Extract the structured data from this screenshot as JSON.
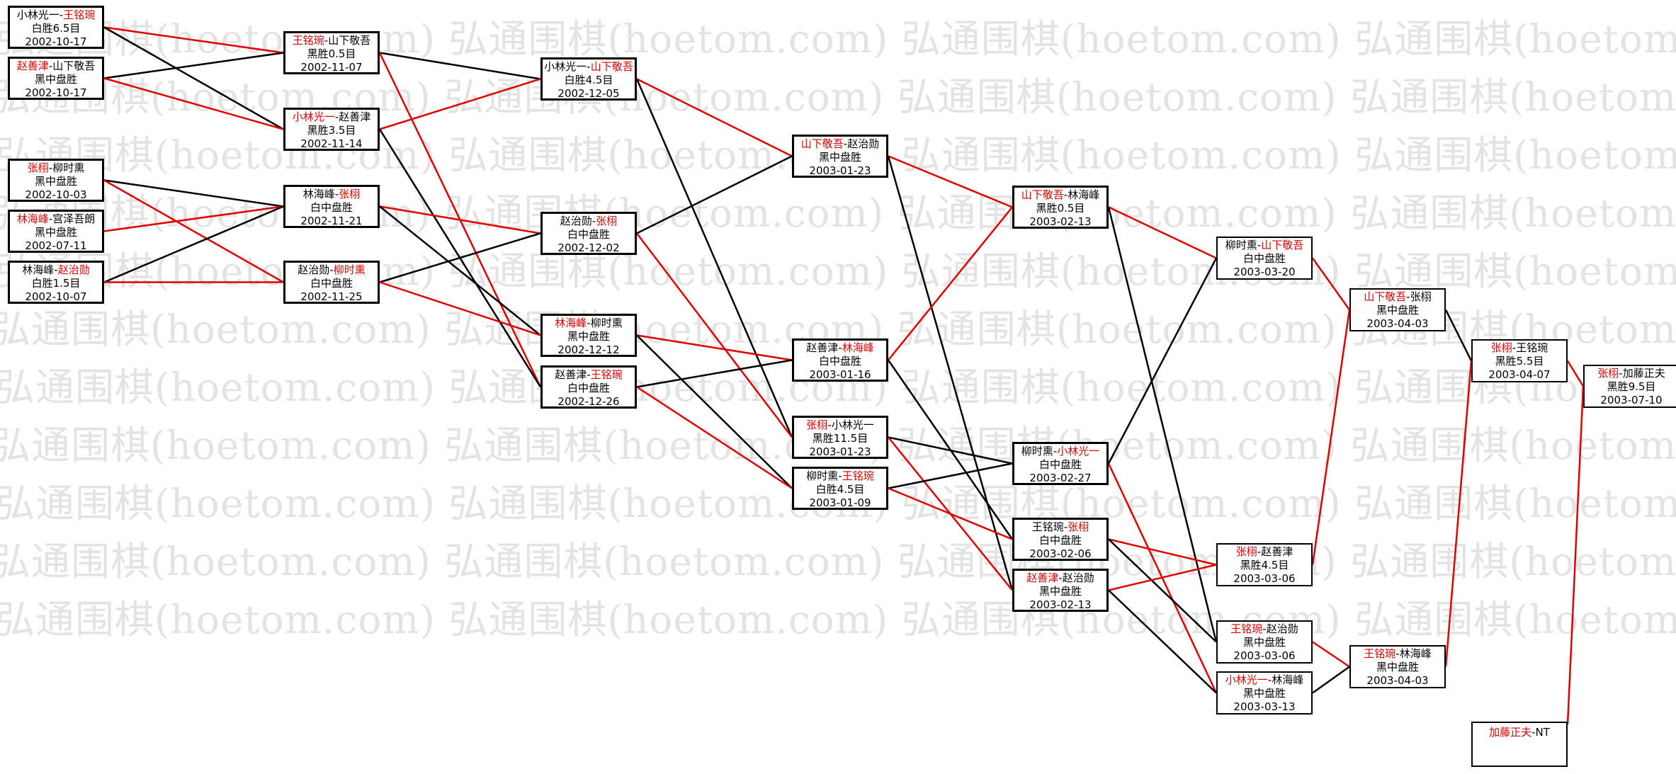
{
  "watermark": "弘通围棋(hoetom.com)",
  "colors": {
    "win_line": "#e00000",
    "loss_line": "#000000",
    "winner_text": "#e00000"
  },
  "nodes": {
    "r1a": {
      "black": "小林光一",
      "white": "王铭琬",
      "result": "白胜6.5目",
      "date": "2002-10-17",
      "winner": "white"
    },
    "r1b": {
      "black": "赵善津",
      "white": "山下敬吾",
      "result": "黑中盘胜",
      "date": "2002-10-17",
      "winner": "black"
    },
    "r1c": {
      "black": "张栩",
      "white": "柳时熏",
      "result": "黑中盘胜",
      "date": "2002-10-03",
      "winner": "black"
    },
    "r1d": {
      "black": "林海峰",
      "white": "宫泽吾朗",
      "result": "黑中盘胜",
      "date": "2002-07-11",
      "winner": "black"
    },
    "r1e": {
      "black": "林海峰",
      "white": "赵治勋",
      "result": "白胜1.5目",
      "date": "2002-10-07",
      "winner": "white"
    },
    "r2a": {
      "black": "王铭琬",
      "white": "山下敬吾",
      "result": "黑胜0.5目",
      "date": "2002-11-07",
      "winner": "black"
    },
    "r2b": {
      "black": "小林光一",
      "white": "赵善津",
      "result": "黑胜3.5目",
      "date": "2002-11-14",
      "winner": "black"
    },
    "r2c": {
      "black": "林海峰",
      "white": "张栩",
      "result": "白中盘胜",
      "date": "2002-11-21",
      "winner": "white"
    },
    "r2d": {
      "black": "赵治勋",
      "white": "柳时熏",
      "result": "白中盘胜",
      "date": "2002-11-25",
      "winner": "white"
    },
    "r3a": {
      "black": "小林光一",
      "white": "山下敬吾",
      "result": "白胜4.5目",
      "date": "2002-12-05",
      "winner": "white"
    },
    "r3b": {
      "black": "赵治勋",
      "white": "张栩",
      "result": "白中盘胜",
      "date": "2002-12-02",
      "winner": "white"
    },
    "r3c": {
      "black": "林海峰",
      "white": "柳时熏",
      "result": "黑中盘胜",
      "date": "2002-12-12",
      "winner": "black"
    },
    "r3d": {
      "black": "赵善津",
      "white": "王铭琬",
      "result": "白中盘胜",
      "date": "2002-12-26",
      "winner": "white"
    },
    "r4a": {
      "black": "山下敬吾",
      "white": "赵治勋",
      "result": "黑中盘胜",
      "date": "2003-01-23",
      "winner": "black"
    },
    "r4b": {
      "black": "赵善津",
      "white": "林海峰",
      "result": "白中盘胜",
      "date": "2003-01-16",
      "winner": "white"
    },
    "r4c": {
      "black": "张栩",
      "white": "小林光一",
      "result": "黑胜11.5目",
      "date": "2003-01-23",
      "winner": "black"
    },
    "r4d": {
      "black": "柳时熏",
      "white": "王铭琬",
      "result": "白胜4.5目",
      "date": "2003-01-09",
      "winner": "white"
    },
    "r5a": {
      "black": "山下敬吾",
      "white": "林海峰",
      "result": "黑胜0.5目",
      "date": "2003-02-13",
      "winner": "black"
    },
    "r5b": {
      "black": "柳时熏",
      "white": "小林光一",
      "result": "白中盘胜",
      "date": "2003-02-27",
      "winner": "white"
    },
    "r5c": {
      "black": "王铭琬",
      "white": "张栩",
      "result": "白中盘胜",
      "date": "2003-02-06",
      "winner": "white"
    },
    "r5d": {
      "black": "赵善津",
      "white": "赵治勋",
      "result": "黑中盘胜",
      "date": "2003-02-13",
      "winner": "black"
    },
    "r6a": {
      "black": "柳时熏",
      "white": "山下敬吾",
      "result": "白中盘胜",
      "date": "2003-03-20",
      "winner": "white"
    },
    "r6b": {
      "black": "张栩",
      "white": "赵善津",
      "result": "黑胜4.5目",
      "date": "2003-03-06",
      "winner": "black"
    },
    "r6c": {
      "black": "王铭琬",
      "white": "赵治勋",
      "result": "黑中盘胜",
      "date": "2003-03-06",
      "winner": "black"
    },
    "r6d": {
      "black": "小林光一",
      "white": "林海峰",
      "result": "黑中盘胜",
      "date": "2003-03-13",
      "winner": "black"
    },
    "r7a": {
      "black": "山下敬吾",
      "white": "张栩",
      "result": "黑中盘胜",
      "date": "2003-04-03",
      "winner": "black"
    },
    "r7b": {
      "black": "王铭琬",
      "white": "林海峰",
      "result": "黑中盘胜",
      "date": "2003-04-03",
      "winner": "black"
    },
    "r8": {
      "black": "张栩",
      "white": "王铭琬",
      "result": "黑胜5.5目",
      "date": "2003-04-07",
      "winner": "black"
    },
    "r9": {
      "black": "张栩",
      "white": "加藤正夫",
      "result": "黑胜9.5目",
      "date": "2003-07-10",
      "winner": "black"
    },
    "nt": {
      "black": "加藤正夫",
      "white": "NT",
      "result": "",
      "date": "",
      "winner": "black"
    }
  },
  "links": [
    [
      "r1a",
      "r2a",
      "w"
    ],
    [
      "r1a",
      "r2b",
      "l"
    ],
    [
      "r1b",
      "r2a",
      "l"
    ],
    [
      "r1b",
      "r2b",
      "w"
    ],
    [
      "r1c",
      "r2c",
      "l"
    ],
    [
      "r1c",
      "r2d",
      "w"
    ],
    [
      "r1d",
      "r2c",
      "w"
    ],
    [
      "r1e",
      "r2c",
      "l"
    ],
    [
      "r1e",
      "r2d",
      "w"
    ],
    [
      "r2a",
      "r3a",
      "l"
    ],
    [
      "r2a",
      "r3d",
      "w"
    ],
    [
      "r2b",
      "r3a",
      "w"
    ],
    [
      "r2b",
      "r3d",
      "l"
    ],
    [
      "r2c",
      "r3b",
      "w"
    ],
    [
      "r2c",
      "r3c",
      "l"
    ],
    [
      "r2d",
      "r3b",
      "l"
    ],
    [
      "r2d",
      "r3c",
      "w"
    ],
    [
      "r3a",
      "r4a",
      "w"
    ],
    [
      "r3a",
      "r4c",
      "l"
    ],
    [
      "r3b",
      "r4a",
      "l"
    ],
    [
      "r3b",
      "r4c",
      "w"
    ],
    [
      "r3c",
      "r4b",
      "w"
    ],
    [
      "r3c",
      "r4d",
      "l"
    ],
    [
      "r3d",
      "r4b",
      "l"
    ],
    [
      "r3d",
      "r4d",
      "w"
    ],
    [
      "r4a",
      "r5a",
      "w"
    ],
    [
      "r4a",
      "r5d",
      "l"
    ],
    [
      "r4b",
      "r5a",
      "w"
    ],
    [
      "r4b",
      "r5c",
      "l"
    ],
    [
      "r4c",
      "r5b",
      "l"
    ],
    [
      "r4c",
      "r5d",
      "w"
    ],
    [
      "r4d",
      "r5b",
      "l"
    ],
    [
      "r4d",
      "r5c",
      "w"
    ],
    [
      "r5a",
      "r6a",
      "w"
    ],
    [
      "r5a",
      "r6c",
      "l"
    ],
    [
      "r5b",
      "r6a",
      "l"
    ],
    [
      "r5b",
      "r6d",
      "w"
    ],
    [
      "r5c",
      "r6b",
      "w"
    ],
    [
      "r5c",
      "r6c",
      "l"
    ],
    [
      "r5d",
      "r6b",
      "w"
    ],
    [
      "r5d",
      "r6d",
      "l"
    ],
    [
      "r6a",
      "r7a",
      "w"
    ],
    [
      "r6b",
      "r7a",
      "w"
    ],
    [
      "r6c",
      "r7b",
      "w"
    ],
    [
      "r6d",
      "r7b",
      "l"
    ],
    [
      "r7a",
      "r8",
      "l"
    ],
    [
      "r7b",
      "r8",
      "w"
    ],
    [
      "r8",
      "r9",
      "w"
    ],
    [
      "nt",
      "r9",
      "w"
    ]
  ]
}
